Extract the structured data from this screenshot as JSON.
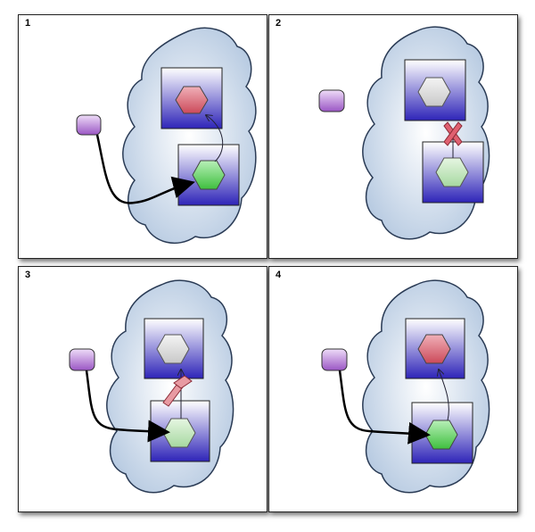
{
  "panels": [
    {
      "number": "1"
    },
    {
      "number": "2"
    },
    {
      "number": "3"
    },
    {
      "number": "4"
    }
  ],
  "colors": {
    "cloud_fill_edge": "#b4c8e0",
    "cloud_fill_center": "#ffffff",
    "box_top": "#ffffff",
    "box_bottom": "#2e24b8",
    "hex_red": "#cc4a5a",
    "hex_green": "#3fbf3f",
    "hex_gray": "#c8c8c8",
    "hex_pale_green": "#a6d8a0",
    "capsule": "#9a56c4",
    "block_marker": "#e06070"
  }
}
